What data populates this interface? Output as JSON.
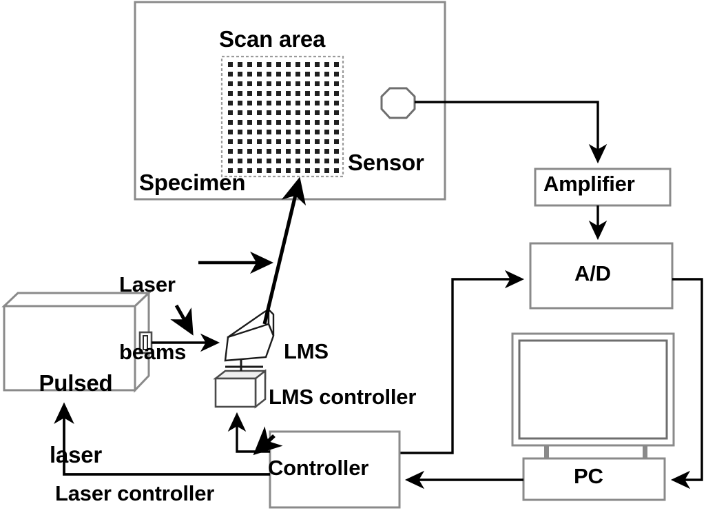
{
  "diagram": {
    "title": "Laser scanning measurement system schematic",
    "type": "block-diagram",
    "background_color": "#ffffff",
    "line_color": "#000000",
    "box_outline_color": "#808080"
  },
  "labels": {
    "scan_area": "Scan area",
    "specimen": "Specimen",
    "sensor": "Sensor",
    "amplifier": "Amplifier",
    "ad_converter": "A/D",
    "pc": "PC",
    "controller": "Controller",
    "lms": "LMS",
    "lms_controller": "LMS controller",
    "laser_controller": "Laser controller",
    "laser_beams_line1": "Laser",
    "laser_beams_line2": "beams",
    "pulsed_laser_line1": "Pulsed",
    "pulsed_laser_line2": "laser"
  },
  "scan_grid": {
    "columns": 12,
    "rows": 12,
    "dot_color": "#1a1a1a",
    "border_style": "dashed"
  },
  "components": [
    {
      "name": "specimen-enclosure",
      "shape": "rectangle"
    },
    {
      "name": "scan-area-grid",
      "shape": "dashed-rectangle-with-dot-grid"
    },
    {
      "name": "sensor",
      "shape": "octagon"
    },
    {
      "name": "amplifier",
      "shape": "rectangle"
    },
    {
      "name": "ad-converter",
      "shape": "rectangle"
    },
    {
      "name": "monitor",
      "shape": "double-rectangle"
    },
    {
      "name": "pc",
      "shape": "rectangle"
    },
    {
      "name": "controller",
      "shape": "rectangle"
    },
    {
      "name": "lms-mirror",
      "shape": "tilted-prism"
    },
    {
      "name": "lms-controller",
      "shape": "isometric-box"
    },
    {
      "name": "pulsed-laser",
      "shape": "isometric-box"
    }
  ],
  "connections": [
    {
      "from": "sensor",
      "to": "amplifier",
      "arrow": true
    },
    {
      "from": "amplifier",
      "to": "ad-converter",
      "arrow": true
    },
    {
      "from": "controller",
      "to": "ad-converter",
      "arrow": true
    },
    {
      "from": "ad-converter",
      "to": "pc",
      "arrow": true
    },
    {
      "from": "pc",
      "to": "controller",
      "arrow": true
    },
    {
      "from": "controller",
      "to": "lms-controller",
      "arrow": true
    },
    {
      "from": "controller",
      "to": "pulsed-laser",
      "arrow": true
    },
    {
      "from": "pulsed-laser",
      "to": "lms-mirror",
      "arrow": true
    },
    {
      "from": "lms-mirror",
      "to": "scan-area-grid",
      "arrow": true
    }
  ]
}
